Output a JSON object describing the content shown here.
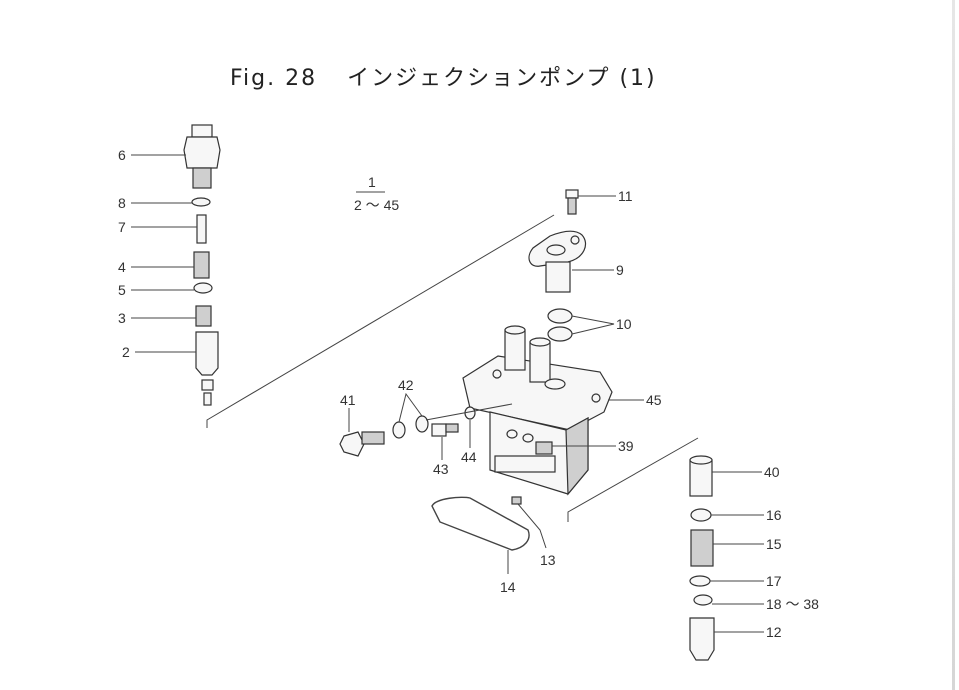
{
  "figure": {
    "number": "Fig. 28",
    "name": "インジェクションポンプ (1)"
  },
  "assembly_note": {
    "top": "1",
    "bottom": "2 ～ 45"
  },
  "parts": {
    "p6": "6",
    "p8": "8",
    "p7": "7",
    "p4": "4",
    "p5": "5",
    "p3": "3",
    "p2": "2",
    "p11": "11",
    "p9": "9",
    "p10": "10",
    "p45": "45",
    "p39": "39",
    "p41": "41",
    "p42": "42",
    "p43": "43",
    "p44": "44",
    "p13": "13",
    "p14": "14",
    "p40": "40",
    "p16": "16",
    "p15": "15",
    "p17": "17",
    "p18": "18 ～ 38",
    "p12": "12"
  }
}
